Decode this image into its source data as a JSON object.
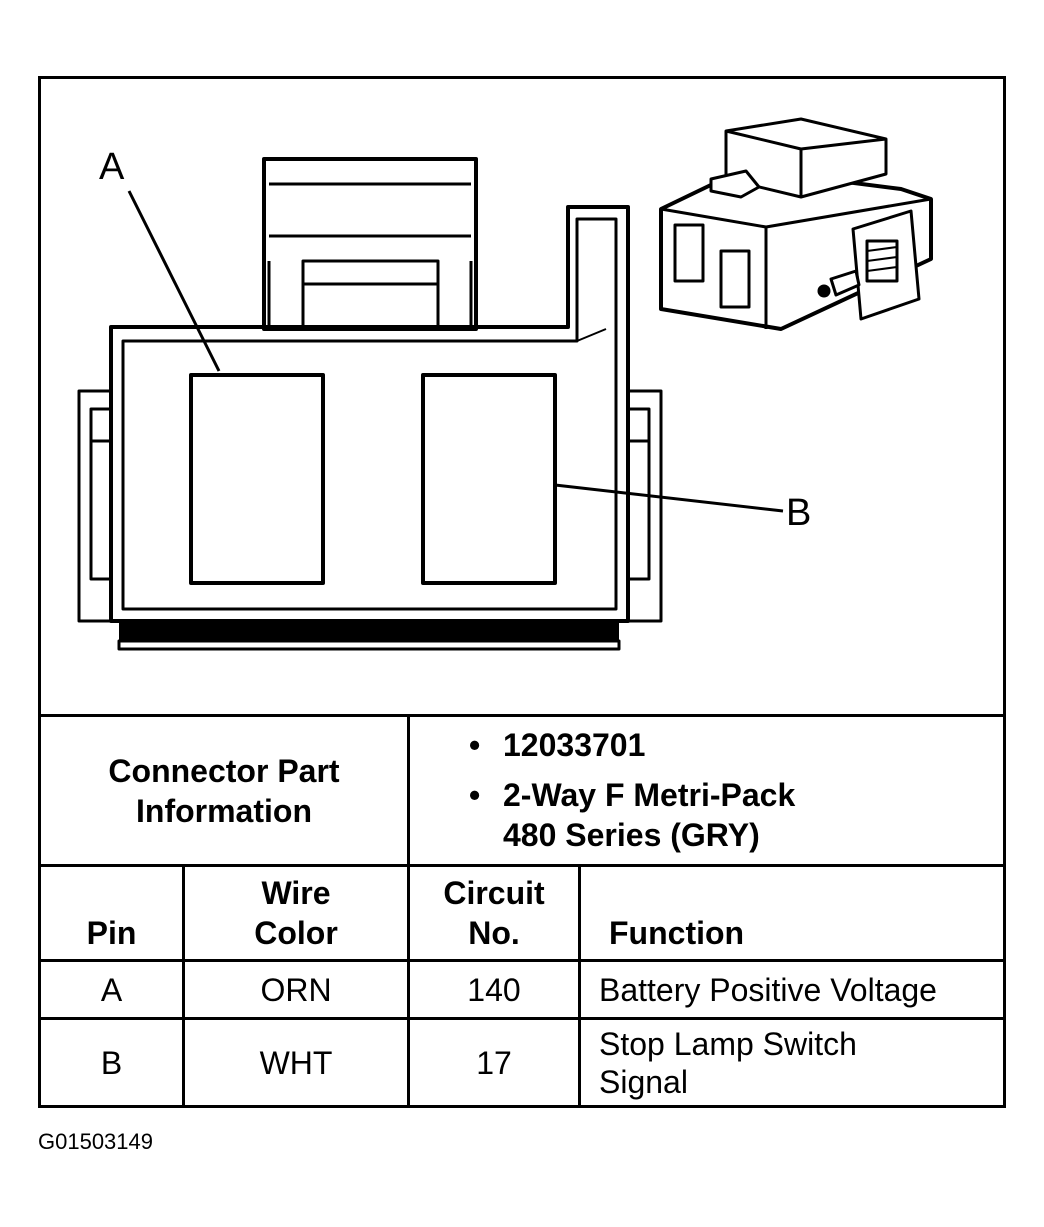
{
  "diagram": {
    "callout_a": "A",
    "callout_b": "B"
  },
  "part_info": {
    "label_line1": "Connector Part",
    "label_line2": "Information",
    "bullets": [
      {
        "symbol": "•",
        "lines": [
          "12033701"
        ]
      },
      {
        "symbol": "•",
        "lines": [
          "2-Way F Metri-Pack",
          "480 Series (GRY)"
        ]
      }
    ]
  },
  "pin_table": {
    "headers": {
      "pin": [
        "Pin"
      ],
      "wire_color": [
        "Wire",
        "Color"
      ],
      "circuit": [
        "Circuit",
        "No."
      ],
      "function": [
        "Function"
      ]
    },
    "rows": [
      {
        "pin": "A",
        "wire_color": "ORN",
        "circuit": "140",
        "function": [
          "Battery Positive Voltage"
        ]
      },
      {
        "pin": "B",
        "wire_color": "WHT",
        "circuit": "17",
        "function": [
          "Stop Lamp Switch",
          "Signal"
        ]
      }
    ]
  },
  "figure_code": "G01503149"
}
